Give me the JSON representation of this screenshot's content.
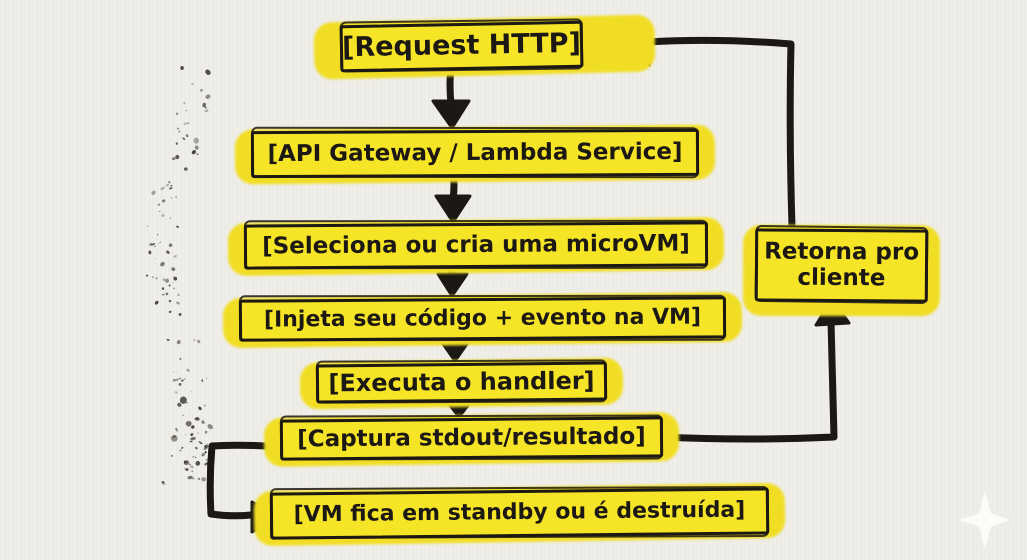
{
  "flowchart": {
    "colors": {
      "background": "#efeee9",
      "marker_yellow": "#f6e426",
      "ink": "#1c1813",
      "sparkle": "#ffffff"
    },
    "nodes": {
      "request_http": {
        "label": "[Request HTTP]"
      },
      "api_gateway": {
        "label": "[API Gateway / Lambda Service]"
      },
      "seleciona_microvm": {
        "label": "[Seleciona ou cria uma microVM]"
      },
      "injeta_codigo": {
        "label": "[Injeta seu código + evento na VM]"
      },
      "executa_handler": {
        "label": "[Executa o handler]"
      },
      "captura_stdout": {
        "label": "[Captura stdout/resultado]"
      },
      "vm_standby": {
        "label": "[VM fica em standby ou é destruída]"
      },
      "retorna_cliente": {
        "label_line1": "Retorna pro",
        "label_line2": "cliente"
      }
    },
    "edges": [
      {
        "from": "request_http",
        "to": "api_gateway"
      },
      {
        "from": "api_gateway",
        "to": "seleciona_microvm"
      },
      {
        "from": "seleciona_microvm",
        "to": "injeta_codigo"
      },
      {
        "from": "injeta_codigo",
        "to": "executa_handler"
      },
      {
        "from": "executa_handler",
        "to": "captura_stdout"
      },
      {
        "from": "captura_stdout",
        "to": "vm_standby"
      },
      {
        "from": "captura_stdout",
        "to": "retorna_cliente"
      },
      {
        "from": "retorna_cliente",
        "to": "request_http"
      }
    ]
  }
}
